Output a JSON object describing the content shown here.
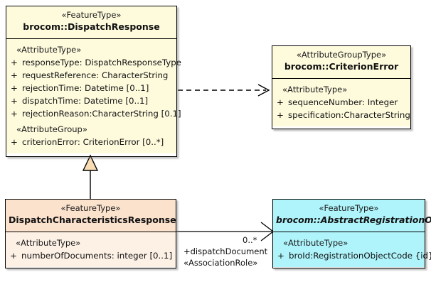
{
  "diagram": {
    "type": "uml-class-diagram",
    "background": "#ffffff",
    "colors": {
      "yellow_fill": "#fefbdd",
      "peach_header": "#fbe2cd",
      "peach_body": "#fdf1e6",
      "cyan_fill": "#aff4fb",
      "border": "#000000",
      "generalization_triangle_fill": "#f7dcb4"
    }
  },
  "classes": {
    "dispatch_response": {
      "stereotype": "«FeatureType»",
      "name": "brocom::DispatchResponse",
      "abstract": false,
      "groups": [
        {
          "label": "«AttributeType»",
          "attributes": [
            {
              "visibility": "+",
              "text": "responseType: DispatchResponseType"
            },
            {
              "visibility": "+",
              "text": "requestReference: CharacterString"
            },
            {
              "visibility": "+",
              "text": "rejectionTime: Datetime [0..1]"
            },
            {
              "visibility": "+",
              "text": "dispatchTime: Datetime [0..1]"
            },
            {
              "visibility": "+",
              "text": "rejectionReason:CharacterString [0.1]"
            }
          ]
        },
        {
          "label": "«AttributeGroup»",
          "attributes": [
            {
              "visibility": "+",
              "text": "criterionError: CriterionError [0..*]"
            }
          ]
        }
      ]
    },
    "criterion_error": {
      "stereotype": "«AttributeGroupType»",
      "name": "brocom::CriterionError",
      "abstract": false,
      "groups": [
        {
          "label": "«AttributeType»",
          "attributes": [
            {
              "visibility": "+",
              "text": "sequenceNumber: Integer"
            },
            {
              "visibility": "+",
              "text": "specification:CharacterString"
            }
          ]
        }
      ]
    },
    "dispatch_characteristics_response": {
      "stereotype": "«FeatureType»",
      "name": "DispatchCharacteristicsResponse",
      "abstract": false,
      "groups": [
        {
          "label": "«AttributeType»",
          "attributes": [
            {
              "visibility": "+",
              "text": "numberOfDocuments: integer [0..1]"
            }
          ]
        }
      ]
    },
    "abstract_registration_object": {
      "stereotype": "«FeatureType»",
      "name": "brocom::AbstractRegistrationObject",
      "abstract": true,
      "groups": [
        {
          "label": "«AttributeType»",
          "attributes": [
            {
              "visibility": "+",
              "text": "broId:RegistrationObjectCode {id}"
            }
          ]
        }
      ]
    }
  },
  "relationships": {
    "dependency": {
      "kind": "dependency",
      "from": "brocom::DispatchResponse",
      "to": "brocom::CriterionError",
      "line": "dashed",
      "arrowhead": "open"
    },
    "generalization": {
      "kind": "generalization",
      "from": "DispatchCharacteristicsResponse",
      "to": "brocom::DispatchResponse",
      "line": "solid",
      "arrowhead": "hollow-triangle"
    },
    "association": {
      "kind": "association",
      "from": "DispatchCharacteristicsResponse",
      "to": "brocom::AbstractRegistrationObject",
      "line": "solid",
      "arrowhead": "open",
      "multiplicity": "0..*",
      "role_name": "+dispatchDocument",
      "stereotype": "«AssociationRole»"
    }
  }
}
